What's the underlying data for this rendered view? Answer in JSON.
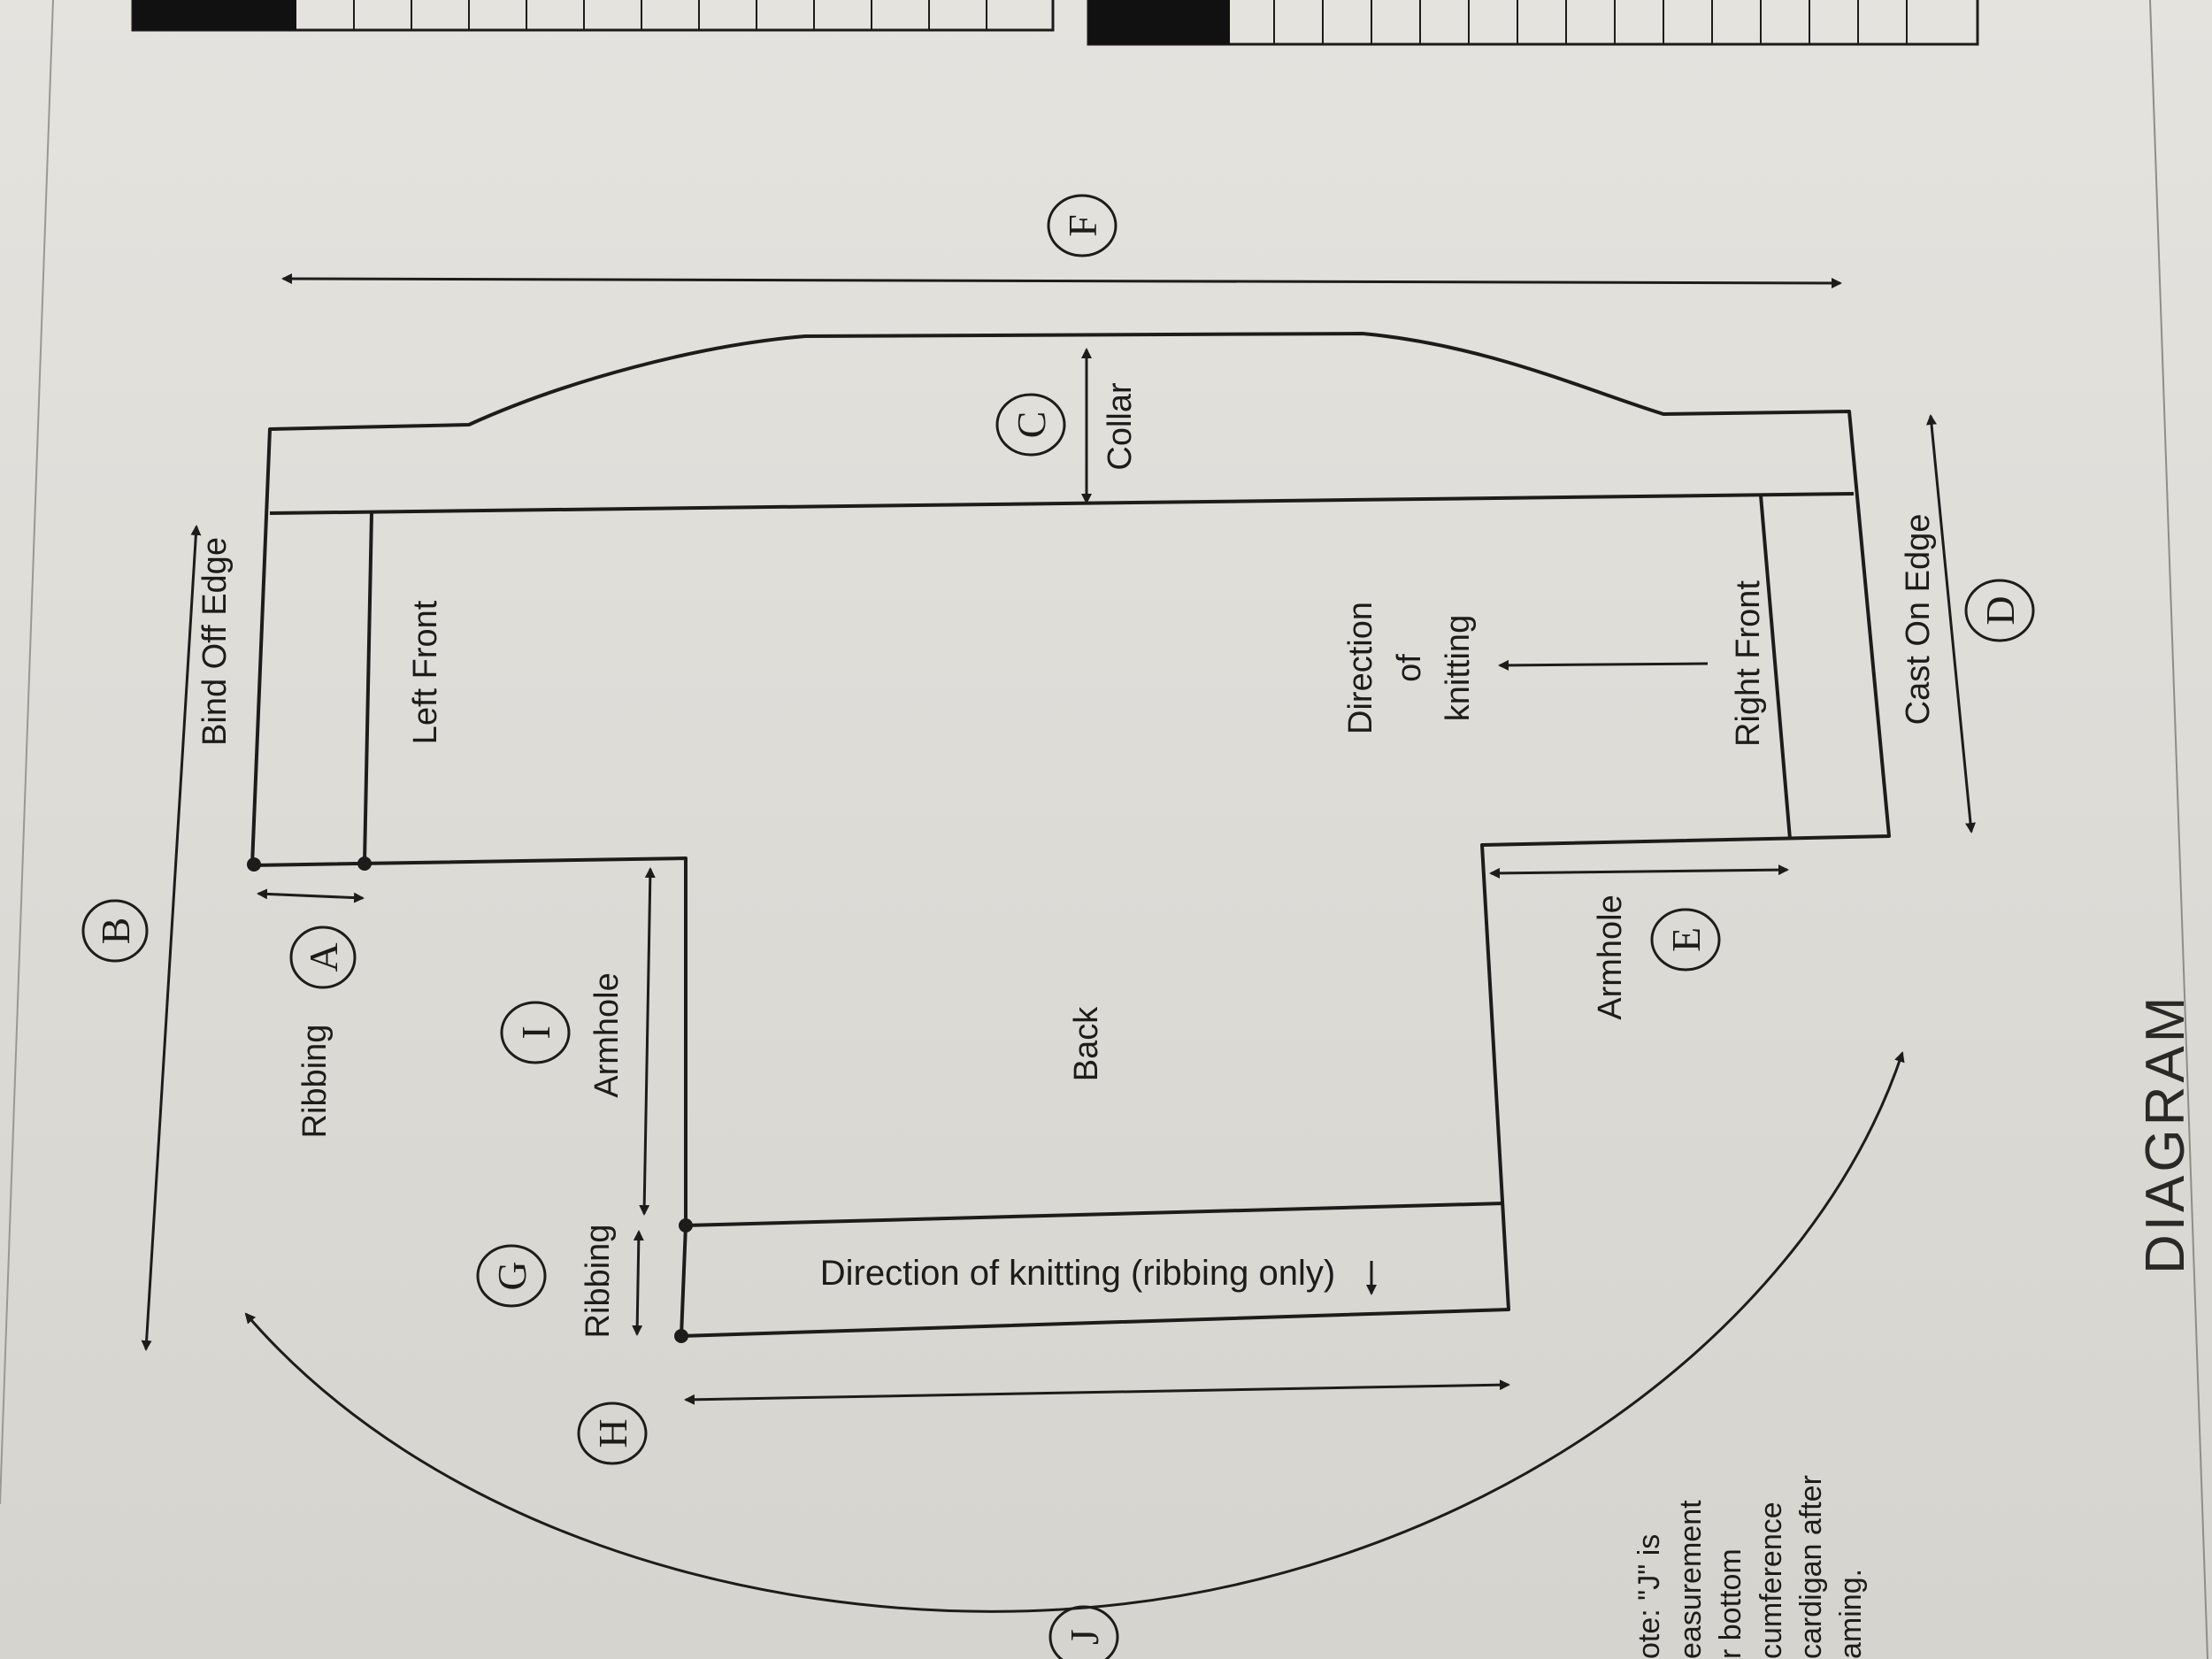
{
  "diagram": {
    "title": "SCHEMATIC / ASSEMBLY DIAGRAM",
    "title_visible": "DIAGRAM",
    "pieces": {
      "back": "Back",
      "left_front": "Left Front",
      "right_front": "Right Front",
      "collar": "Collar"
    },
    "labels": {
      "bind_off": "Bind Off Edge",
      "cast_on": "Cast On Edge",
      "ribbing_a": "Ribbing",
      "ribbing_g": "Ribbing",
      "armhole_i": "Armhole",
      "armhole_e": "Armhole",
      "dir_knit_1": "Direction",
      "dir_knit_2": "of",
      "dir_knit_3": "knitting",
      "dir_ribbing": "Direction of knitting (ribbing only)"
    },
    "letters": {
      "A": "A",
      "B": "B",
      "C": "C",
      "D": "D",
      "E": "E",
      "F": "F",
      "G": "G",
      "H": "H",
      "I": "I",
      "J": "J"
    },
    "note_lines": [
      "ote: \"J\" is",
      "easurement",
      "r bottom",
      "cumference",
      "cardigan after",
      "aming."
    ]
  },
  "colors": {
    "ink": "#1e1c1a",
    "paper": "#e2e1dc",
    "table_header": "#111111"
  }
}
